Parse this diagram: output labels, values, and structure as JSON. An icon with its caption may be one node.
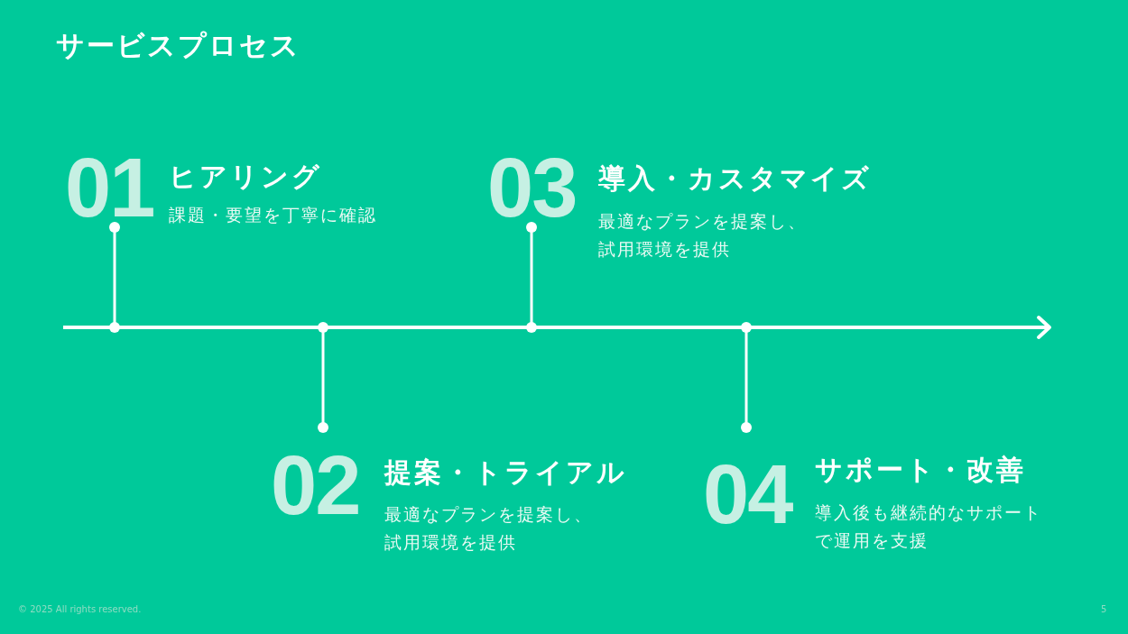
{
  "diagram": {
    "title": "サービスプロセス",
    "nodes": [
      {
        "text": [
          "01",
          "ヒアリング",
          "課題・要望を丁寧に確認"
        ]
      },
      {
        "text": [
          "02",
          "提案・トライアル",
          "最適なプランを提案し、試用環境を提供"
        ]
      },
      {
        "text": [
          "03",
          "導入・カスタマイズ",
          "最適なプランを提案し、試用環境を提供"
        ]
      },
      {
        "text": [
          "04",
          "サポート・改善",
          "導入後も継続的なサポートで運用を支援"
        ]
      },
      {
        "text": [],
        "shape": "bar"
      }
    ],
    "edges": [
      {
        "from": 0,
        "to": 4,
        "arrow": "other"
      },
      {
        "from": 1,
        "to": 4,
        "arrow": "other"
      },
      {
        "from": 2,
        "to": 4,
        "arrow": "other"
      },
      {
        "from": 3,
        "to": 4,
        "arrow": "other"
      }
    ],
    "labels": [
      "© 2025 All rights reserved.",
      "5"
    ]
  }
}
